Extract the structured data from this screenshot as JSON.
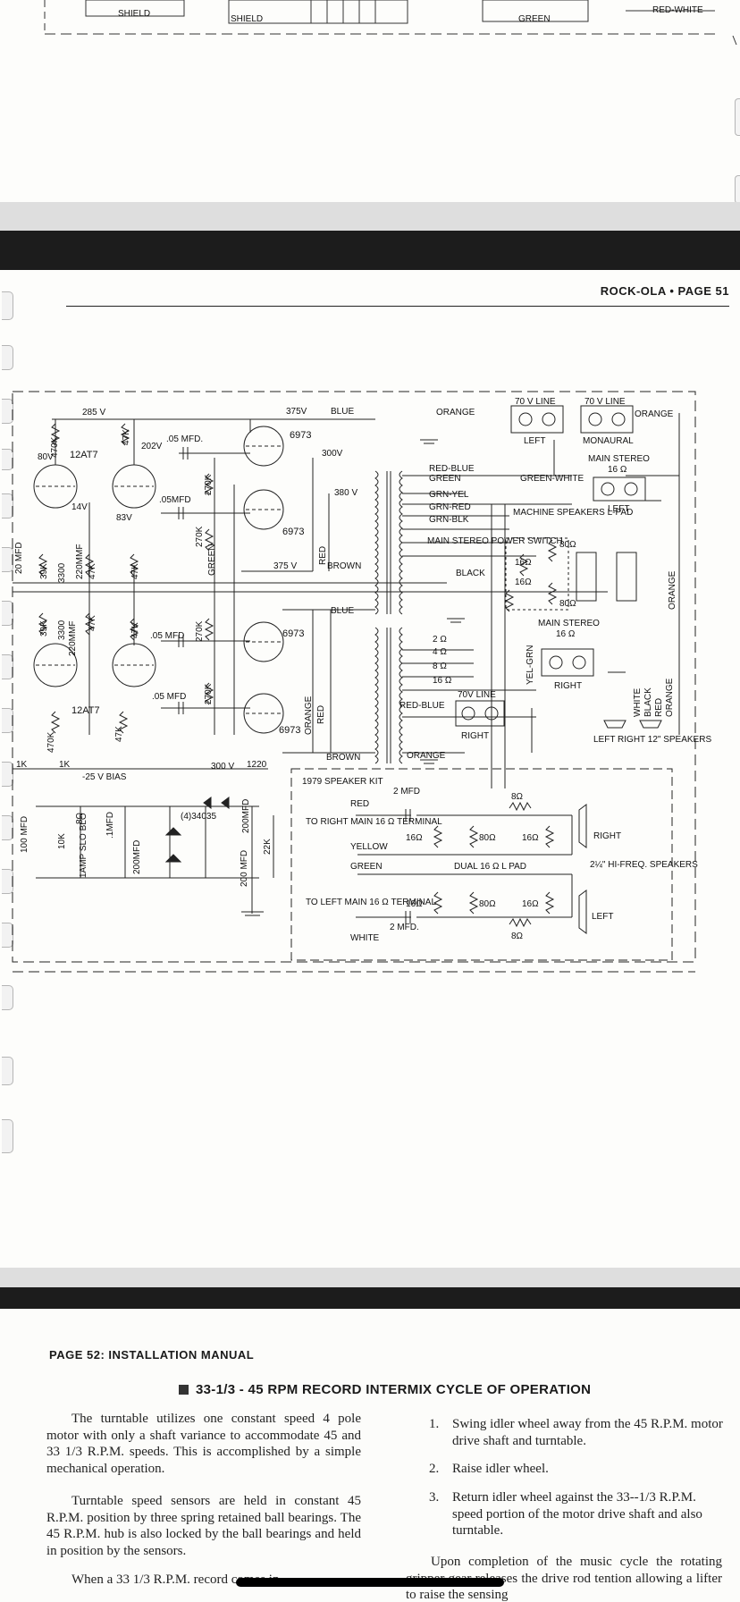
{
  "top_fragment": {
    "labels": [
      "SHIELD",
      "SHIELD",
      "GREEN",
      "RED-WHITE"
    ]
  },
  "page51": {
    "header": "ROCK-OLA • PAGE 51",
    "schematic": {
      "voltages": [
        "285 V",
        "375V",
        "375 V",
        "300V",
        "380 V",
        "202V",
        "80V",
        "83V",
        "14V",
        "300 V",
        "-25 V BIAS"
      ],
      "wire_colors": [
        "BLUE",
        "ORANGE",
        "RED-BLUE",
        "GREEN",
        "GRN-YEL",
        "GRN-RED",
        "GRN-BLK",
        "BLACK",
        "BROWN",
        "RED",
        "GREEN-WHITE",
        "YELLOW",
        "WHITE",
        "YEL-GRN"
      ],
      "tubes": [
        "12AT7",
        "12AT7",
        "6973",
        "6973",
        "6973",
        "6973"
      ],
      "components": [
        ".05 MFD.",
        ".05MFD",
        ".05 MFD",
        ".05 MFD",
        "470K",
        "47K",
        "270K",
        "20 MFD",
        "39K",
        "3300",
        "220MMF",
        "47K",
        "1K",
        "1K",
        "1220",
        "100 MFD",
        "10K",
        "8Ω",
        ".1MFD",
        "200MFD",
        "200 MFD",
        "22K",
        "(4)34035",
        "1AMP SLO BLO",
        "200MFD"
      ],
      "blocks": {
        "line_left": "70 V LINE",
        "line_mono": "70 V LINE",
        "left": "LEFT",
        "monaural": "MONAURAL",
        "main_stereo_top": "MAIN  STEREO",
        "ohm16": "16 Ω",
        "machine_speakers": "MACHINE SPEAKERS L-PAD",
        "power_switch": "MAIN STEREO POWER SWITCH",
        "main_stereo_right": "MAIN STEREO",
        "right": "RIGHT",
        "line_right": "70V LINE",
        "speakers": "LEFT   RIGHT 12\" SPEAKERS",
        "taps": [
          "2 Ω",
          "4 Ω",
          "8 Ω",
          "16 Ω"
        ],
        "ohm80": "80Ω",
        "ohm16b": "16Ω"
      },
      "speaker_kit": {
        "title": "1979 SPEAKER KIT",
        "cap": "2 MFD",
        "red": "RED",
        "to_right": "TO RIGHT MAIN 16 Ω TERMINAL",
        "yellow": "YELLOW",
        "green": "GREEN",
        "dual": "DUAL 16 Ω L PAD",
        "to_left": "TO LEFT MAIN 16 Ω TERMINAL",
        "white": "WHITE",
        "cap2": "2 MFD.",
        "right": "RIGHT",
        "left": "LEFT",
        "hifreq": "2¼\" HI-FREQ. SPEAKERS",
        "r8": "8Ω",
        "r16": "16Ω",
        "r80": "80Ω"
      }
    }
  },
  "page52": {
    "header": "PAGE 52: INSTALLATION MANUAL",
    "section_title": "33-1/3 - 45 RPM RECORD INTERMIX CYCLE OF OPERATION",
    "left_paragraphs": [
      "The turntable utilizes one constant speed 4 pole motor with only a shaft variance to accommodate 45 and 33 1/3 R.P.M. speeds. This is accomplished by a simple mechanical operation.",
      "Turntable speed sensors are held in constant 45 R.P.M. position by three spring retained ball bearings. The 45 R.P.M. hub is also locked by the ball bearings and held in position by the sensors.",
      "When a 33 1/3 R.P.M. record comes in"
    ],
    "steps": [
      {
        "n": "1.",
        "text": "Swing idler wheel away from the 45 R.P.M. motor drive shaft and turntable."
      },
      {
        "n": "2.",
        "text": "Raise idler wheel."
      },
      {
        "n": "3.",
        "text": "Return idler wheel against the 33--1/3 R.P.M. speed portion of the motor drive shaft and also turntable."
      }
    ],
    "right_paragraph": "Upon completion of the music cycle the rotating gripper gear releases the drive rod tention allowing a lifter to raise the sensing"
  }
}
